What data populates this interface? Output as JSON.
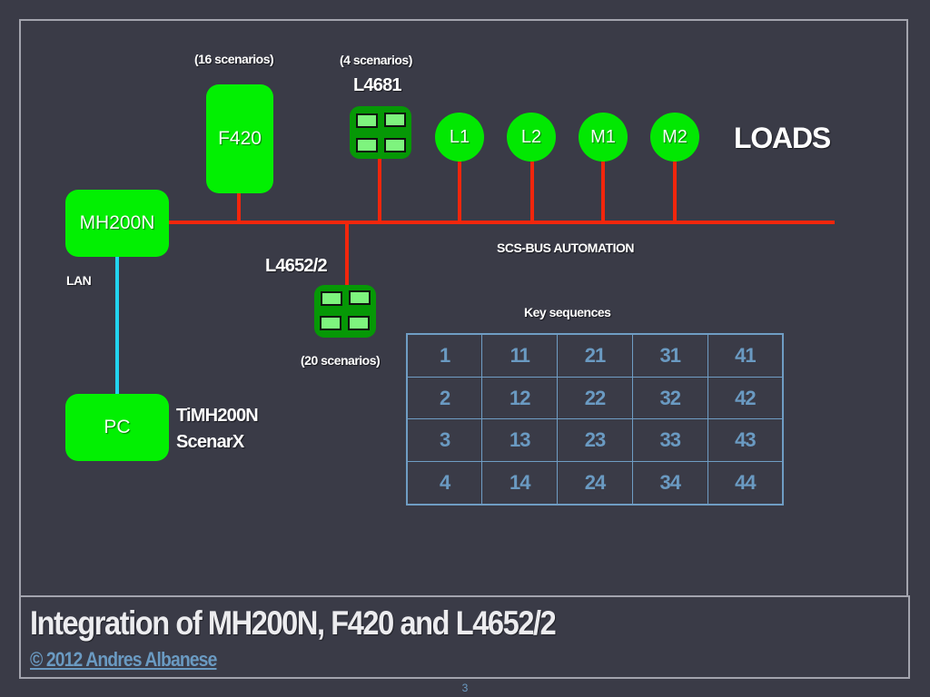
{
  "slide": {
    "title": "Integration of MH200N, F420 and L4652/2",
    "credit": "© 2012 Andres Albanese",
    "page_number": "3"
  },
  "colors": {
    "background": "#3a3b47",
    "device_green": "#02f002",
    "keypad_green": "#069806",
    "bus_red": "#f2260c",
    "lan_cyan": "#22d4f0",
    "table_blue": "#6a9ac2",
    "frame_gray": "#a3a4ae"
  },
  "diagram": {
    "controller": {
      "label": "MH200N"
    },
    "pc": {
      "label": "PC",
      "software": [
        "TiMH200N",
        "ScenarX"
      ]
    },
    "lan_label": "LAN",
    "bus_label": "SCS-BUS AUTOMATION",
    "f420": {
      "label": "F420",
      "note": "(16 scenarios)"
    },
    "l4681": {
      "label": "L4681",
      "note": "(4 scenarios)",
      "icon": "keypad-4-button-icon"
    },
    "l4652": {
      "label": "L4652/2",
      "note": "(20 scenarios)",
      "icon": "keypad-4-button-icon"
    },
    "loads_label": "LOADS",
    "loads": [
      {
        "label": "L1"
      },
      {
        "label": "L2"
      },
      {
        "label": "M1"
      },
      {
        "label": "M2"
      }
    ]
  },
  "key_sequences": {
    "title": "Key sequences",
    "rows": [
      [
        "1",
        "11",
        "21",
        "31",
        "41"
      ],
      [
        "2",
        "12",
        "22",
        "32",
        "42"
      ],
      [
        "3",
        "13",
        "23",
        "33",
        "43"
      ],
      [
        "4",
        "14",
        "24",
        "34",
        "44"
      ]
    ]
  }
}
